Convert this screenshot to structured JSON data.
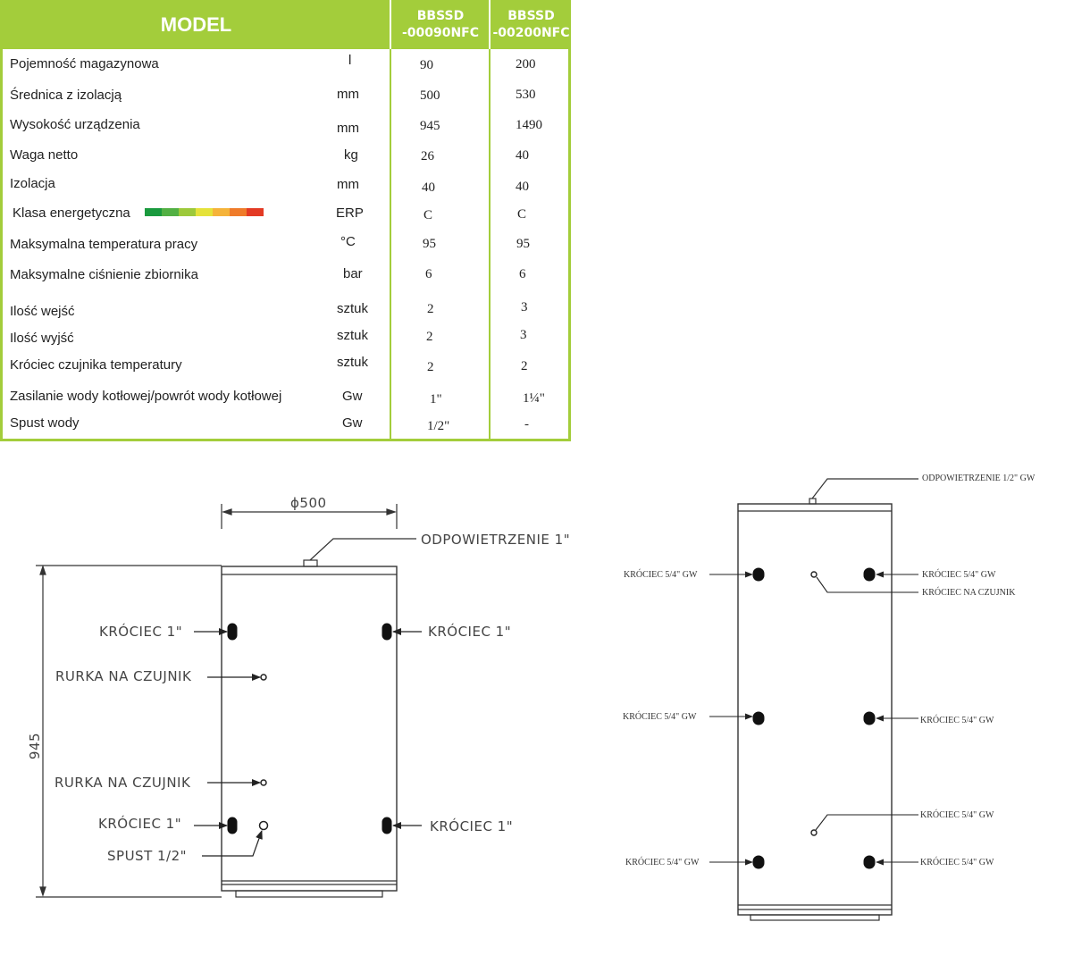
{
  "table": {
    "header": {
      "model_label": "MODEL",
      "columns": [
        {
          "line1": "BBSSD",
          "line2": "-00090NFC"
        },
        {
          "line1": "BBSSD",
          "line2": "-00200NFC"
        }
      ]
    },
    "rows": [
      {
        "label": "Pojemność magazynowa",
        "unit": "l",
        "v1": "90",
        "v2": "200"
      },
      {
        "label": "Średnica z izolacją",
        "unit": "mm",
        "v1": "500",
        "v2": "530"
      },
      {
        "label": "Wysokość urządzenia",
        "unit": "mm",
        "v1": "945",
        "v2": "1490"
      },
      {
        "label": "Waga netto",
        "unit": "kg",
        "v1": "26",
        "v2": "40"
      },
      {
        "label": "Izolacja",
        "unit": "mm",
        "v1": "40",
        "v2": "40"
      },
      {
        "label": "Klasa energetyczna",
        "unit": "ERP",
        "v1": "C",
        "v2": "C"
      },
      {
        "label": "Maksymalna temperatura pracy",
        "unit": "°C",
        "v1": "95",
        "v2": "95"
      },
      {
        "label": "Maksymalne ciśnienie zbiornika",
        "unit": "bar",
        "v1": "6",
        "v2": "6"
      },
      {
        "label": "Ilość wejść",
        "unit": "sztuk",
        "v1": "2",
        "v2": "3"
      },
      {
        "label": "Ilość wyjść",
        "unit": "sztuk",
        "v1": "2",
        "v2": "3"
      },
      {
        "label": "Króciec czujnika temperatury",
        "unit": "sztuk",
        "v1": "2",
        "v2": "2"
      },
      {
        "label": "Zasilanie wody kotłowej/powrót wody kotłowej",
        "unit": "Gw",
        "v1": "1\"",
        "v2": "1¼\""
      },
      {
        "label": "Spust wody",
        "unit": "Gw",
        "v1": "1/2\"",
        "v2": "-"
      }
    ],
    "energy_colors": [
      "#1a9a3e",
      "#52b044",
      "#9dc93b",
      "#e5e23a",
      "#f5b33a",
      "#ef7b2a",
      "#e33a24"
    ],
    "accent_color": "#a3cd3b"
  },
  "drawing_left": {
    "diameter": "ϕ500",
    "height": "945",
    "vent": "ODPOWIETRZENIE 1\"",
    "left_upper": "KRÓCIEC 1\"",
    "right_upper": "KRÓCIEC 1\"",
    "sensor_upper": "RURKA NA CZUJNIK",
    "sensor_lower": "RURKA NA CZUJNIK",
    "left_lower": "KRÓCIEC 1\"",
    "drain": "SPUST 1/2\"",
    "right_lower": "KRÓCIEC 1\""
  },
  "drawing_right": {
    "vent": "ODPOWIETRZENIE 1/2\" GW",
    "left_top": "KRÓCIEC 5/4\" GW",
    "right_top": "KRÓCIEC 5/4\" GW",
    "sensor": "KRÓCIEC NA CZUJNIK",
    "left_mid": "KRÓCIEC 5/4\" GW",
    "right_mid": "KRÓCIEC 5/4\" GW",
    "right_sensor_low": "KRÓCIEC 5/4\" GW",
    "left_bottom": "KRÓCIEC 5/4\" GW",
    "right_bottom": "KRÓCIEC 5/4\" GW"
  }
}
